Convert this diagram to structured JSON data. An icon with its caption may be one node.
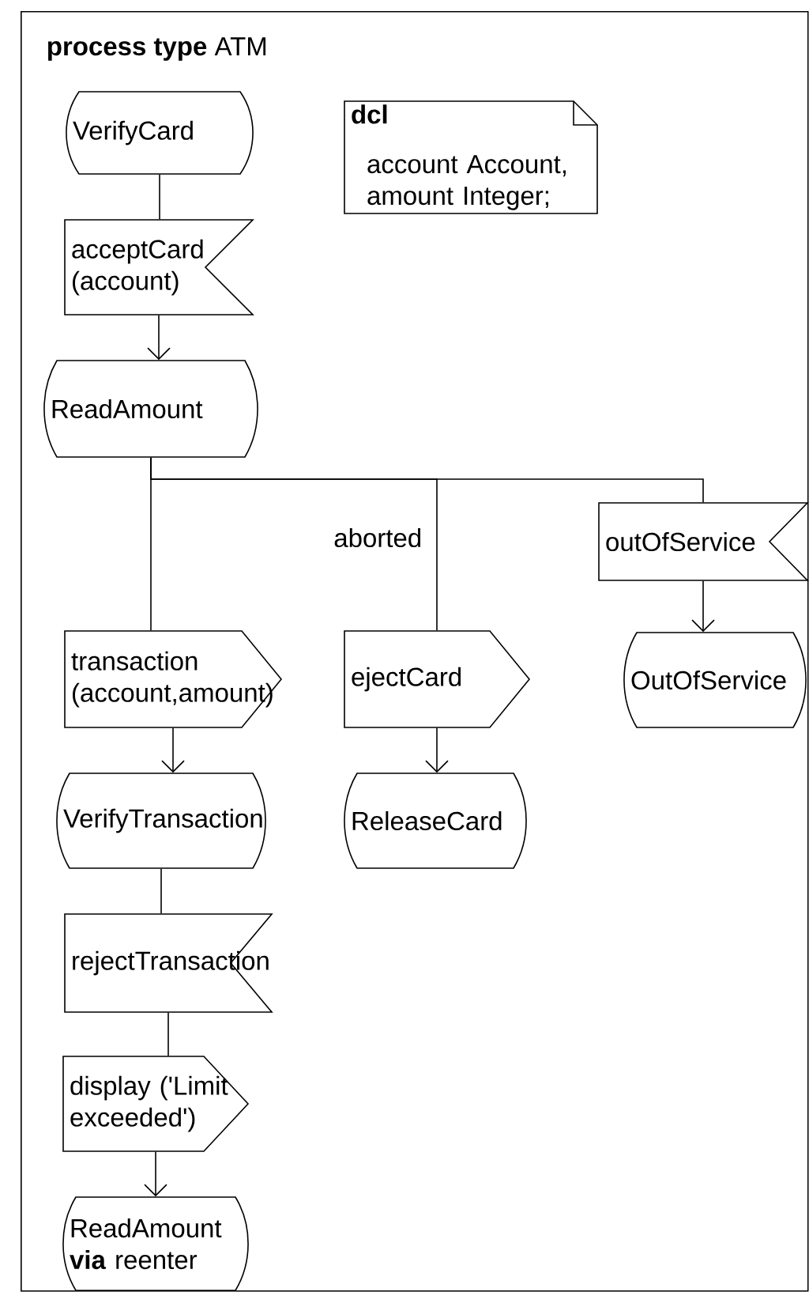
{
  "diagram": {
    "nodes": [
      {
        "text": [
          "**process type** ATM"
        ]
      },
      {
        "text": [
          "VerifyCard"
        ],
        "in": 0
      },
      {
        "text": [
          "dcl",
          "account Account, amount Integer;"
        ],
        "in": 0
      },
      {
        "text": [
          "acceptCard (account)"
        ],
        "in": 0
      },
      {
        "text": [
          "ReadAmount"
        ],
        "in": 0
      },
      {
        "text": [
          "transaction (account,amount)"
        ],
        "in": 0
      },
      {
        "text": [
          "ejectCard"
        ],
        "in": 0
      },
      {
        "text": [
          "outOfService"
        ],
        "in": 0
      },
      {
        "text": [
          "OutOfService"
        ],
        "in": 0
      },
      {
        "text": [
          "VerifyTransaction"
        ],
        "in": 0
      },
      {
        "text": [
          "ReleaseCard"
        ],
        "in": 0
      },
      {
        "text": [
          "rejectTransaction"
        ],
        "in": 0
      },
      {
        "text": [
          "display ('Limit exceeded')"
        ],
        "in": 0
      },
      {
        "text": [
          "ReadAmount **via** reenter"
        ],
        "in": 0
      }
    ],
    "edges": [
      {
        "from": 1,
        "to": 3,
        "arrow": "none"
      },
      {
        "from": 3,
        "to": 4,
        "arrow": "to"
      },
      {
        "from": 4,
        "to": 5,
        "arrow": "none"
      },
      {
        "from": 4,
        "to": 6,
        "arrow": "none",
        "label": "aborted"
      },
      {
        "from": 4,
        "to": 7,
        "arrow": "none"
      },
      {
        "from": 5,
        "to": 9,
        "arrow": "to"
      },
      {
        "from": 6,
        "to": 10,
        "arrow": "to"
      },
      {
        "from": 7,
        "to": 8,
        "arrow": "to"
      },
      {
        "from": 9,
        "to": 11,
        "arrow": "none"
      },
      {
        "from": 11,
        "to": 12,
        "arrow": "none"
      },
      {
        "from": 12,
        "to": 13,
        "arrow": "to"
      }
    ]
  }
}
